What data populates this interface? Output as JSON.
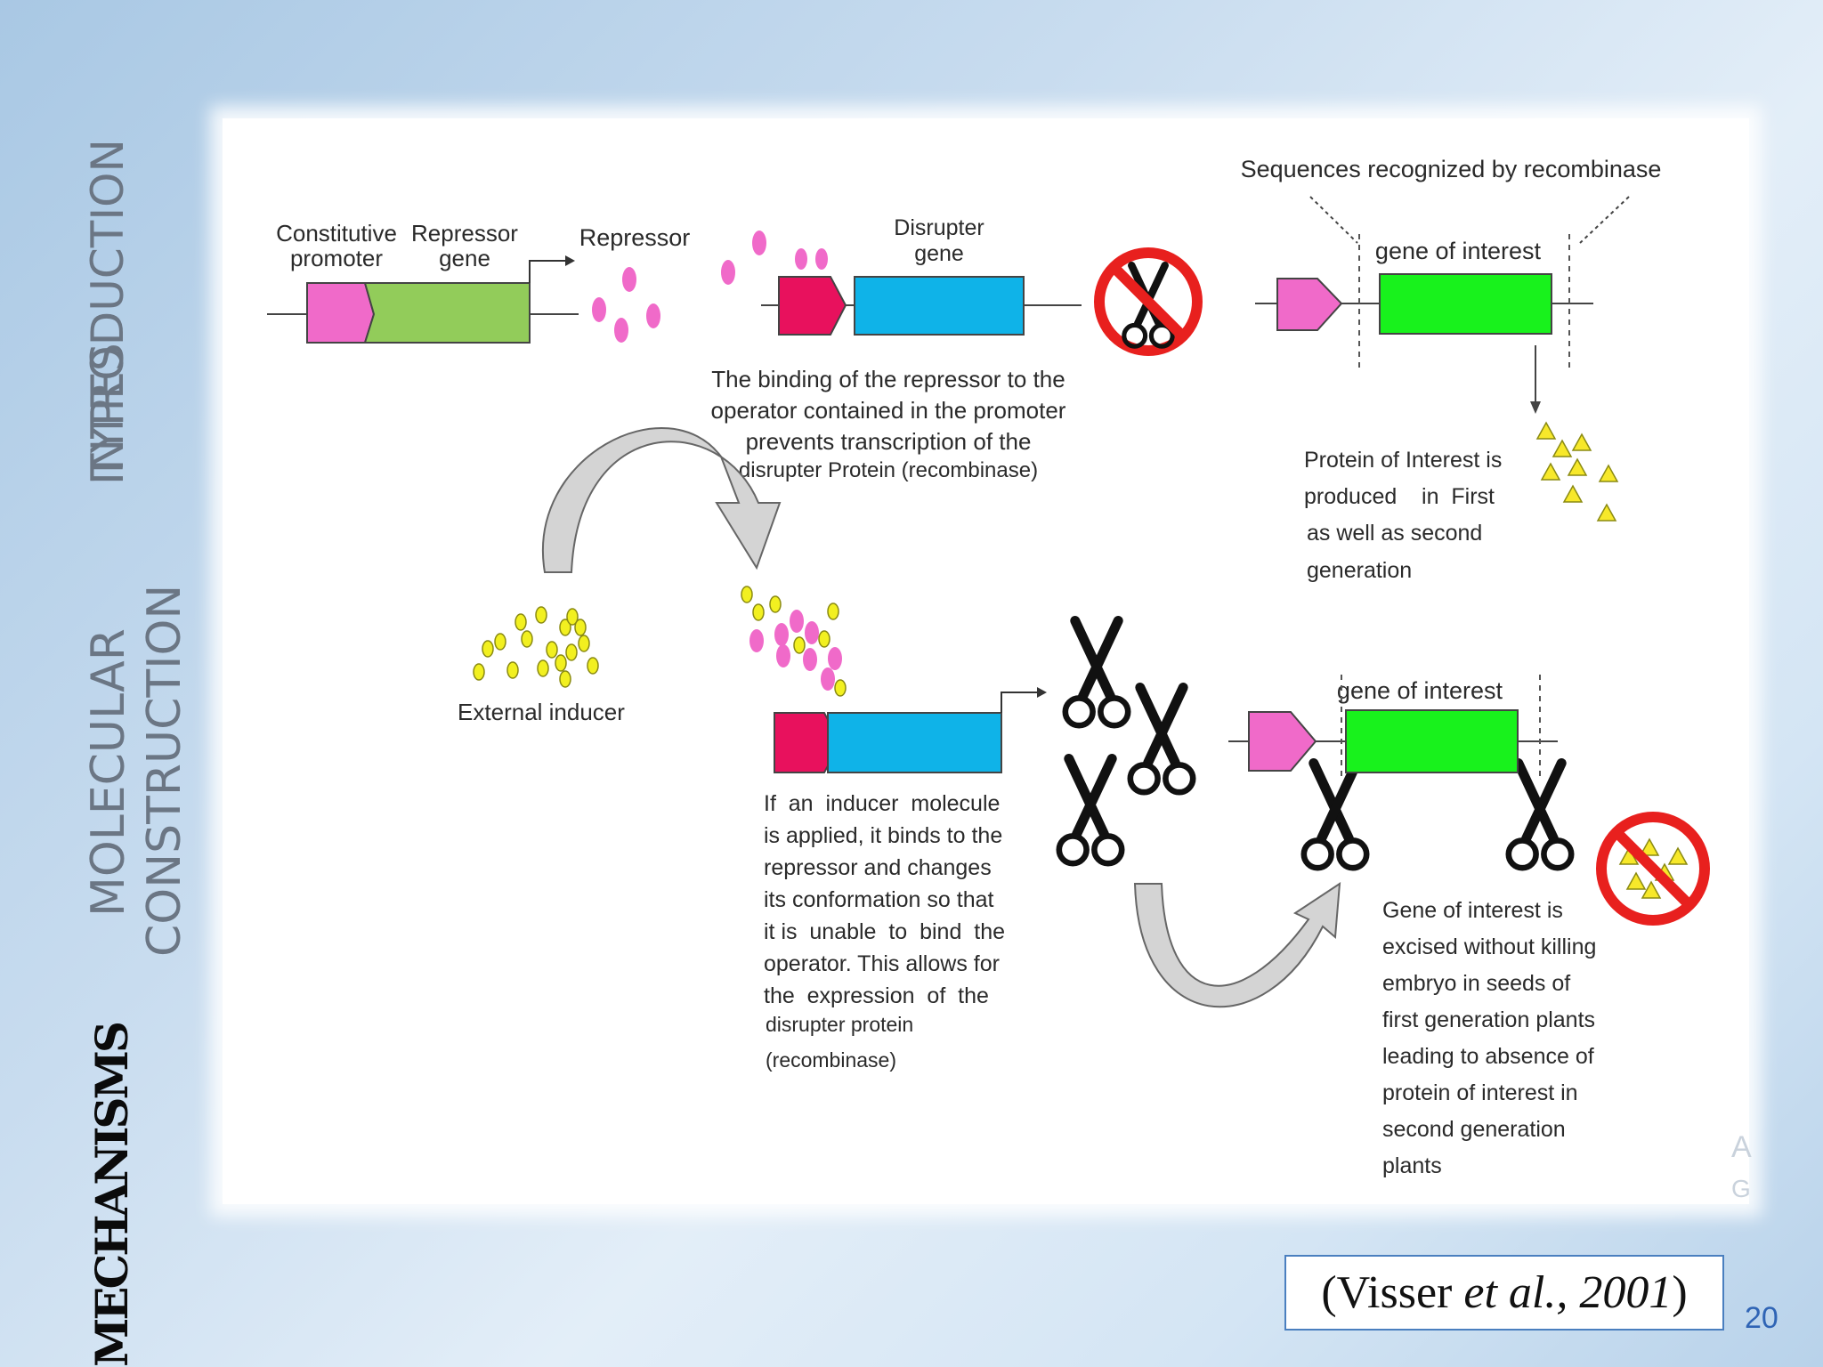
{
  "sidebar": {
    "introduction": "INTRODUCTION",
    "types": "TYPES",
    "molecular": "MOLECULAR",
    "construction": "CONSTRUCTION",
    "mechanisms": "MECHANISMS"
  },
  "diagram": {
    "constitutive_promoter_1": "Constitutive",
    "constitutive_promoter_2": "promoter",
    "repressor_gene_1": "Repressor",
    "repressor_gene_2": "gene",
    "repressor": "Repressor",
    "disrupter_gene_1": "Disrupter",
    "disrupter_gene_2": "gene",
    "sequences_recognized": "Sequences recognized by recombinase",
    "gene_of_interest_top": "gene of interest",
    "binding_text": [
      "The binding of the repressor to the",
      "operator contained in the promoter",
      "prevents transcription of the",
      "disrupter Protein (recombinase)"
    ],
    "protein_text": [
      "Protein of Interest is",
      "produced    in  First",
      "as well as second",
      "generation"
    ],
    "external_inducer": "External inducer",
    "gene_of_interest_bottom": "gene of interest",
    "inducer_text": [
      "If  an  inducer  molecule",
      "is applied, it binds to the",
      "repressor and changes",
      "its conformation so that",
      "it is  unable  to  bind  the",
      "operator. This allows for",
      "the  expression  of  the",
      "disrupter protein",
      "(recombinase)"
    ],
    "excised_text": [
      "Gene of interest is",
      "excised without killing",
      "embryo in seeds of",
      "first generation plants",
      "leading to absence of",
      "protein of interest in",
      "second generation",
      "plants"
    ]
  },
  "citation": {
    "open": "(Visser ",
    "etal": "et al., 2001",
    "close": ")"
  },
  "page_number": "20",
  "edge_fragments": [
    "A",
    "G"
  ],
  "colors": {
    "pink_promoter": "#f06ac9",
    "green_gene": "#92cc5a",
    "red_promoter": "#e8115d",
    "blue_gene": "#0fb3e8",
    "bright_green": "#18f21c",
    "repressor_pink": "#f06ac9",
    "inducer_yellow": "#f2f020",
    "protein_yellow": "#f7e82a",
    "prohibit_red": "#e8201e"
  }
}
